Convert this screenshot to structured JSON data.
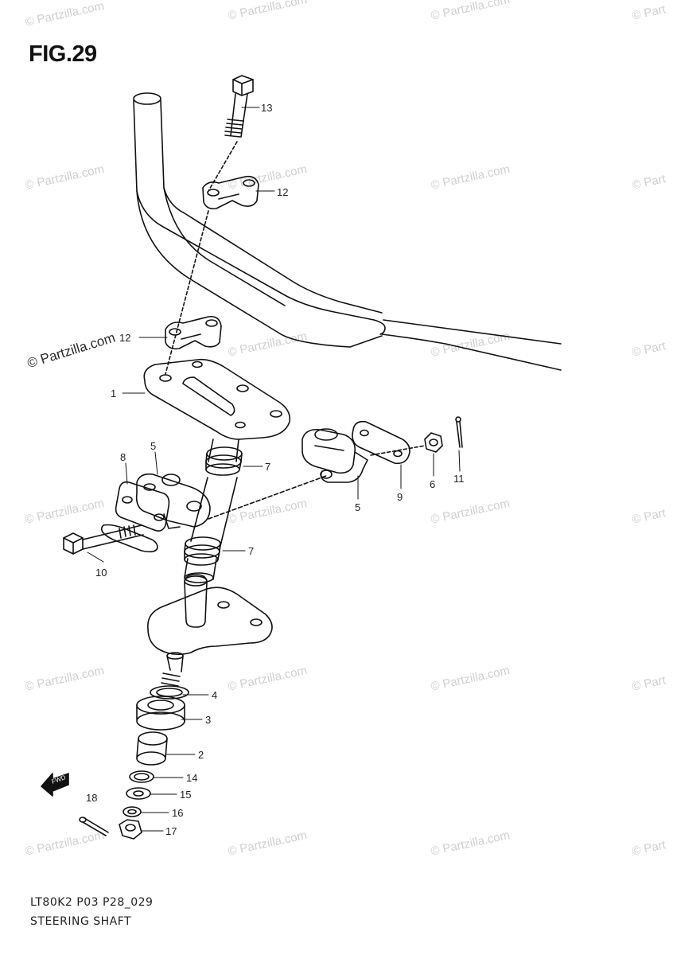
{
  "figure": {
    "title": "FIG.29",
    "footer_code": "LT80K2 P03 P28_029",
    "footer_description": "STEERING SHAFT"
  },
  "watermark": {
    "text": "© Partzilla.com",
    "short_text": "© Part",
    "prominent_text": "© Partzilla.com"
  },
  "badges": {
    "fwd": "FWD"
  },
  "callouts": {
    "c1": "1",
    "c2": "2",
    "c3": "3",
    "c4": "4",
    "c5a": "5",
    "c5b": "5",
    "c6": "6",
    "c7a": "7",
    "c7b": "7",
    "c8": "8",
    "c9": "9",
    "c10": "10",
    "c11": "11",
    "c12a": "12",
    "c12b": "12",
    "c13": "13",
    "c14": "14",
    "c15": "15",
    "c16": "16",
    "c17": "17",
    "c18": "18"
  }
}
